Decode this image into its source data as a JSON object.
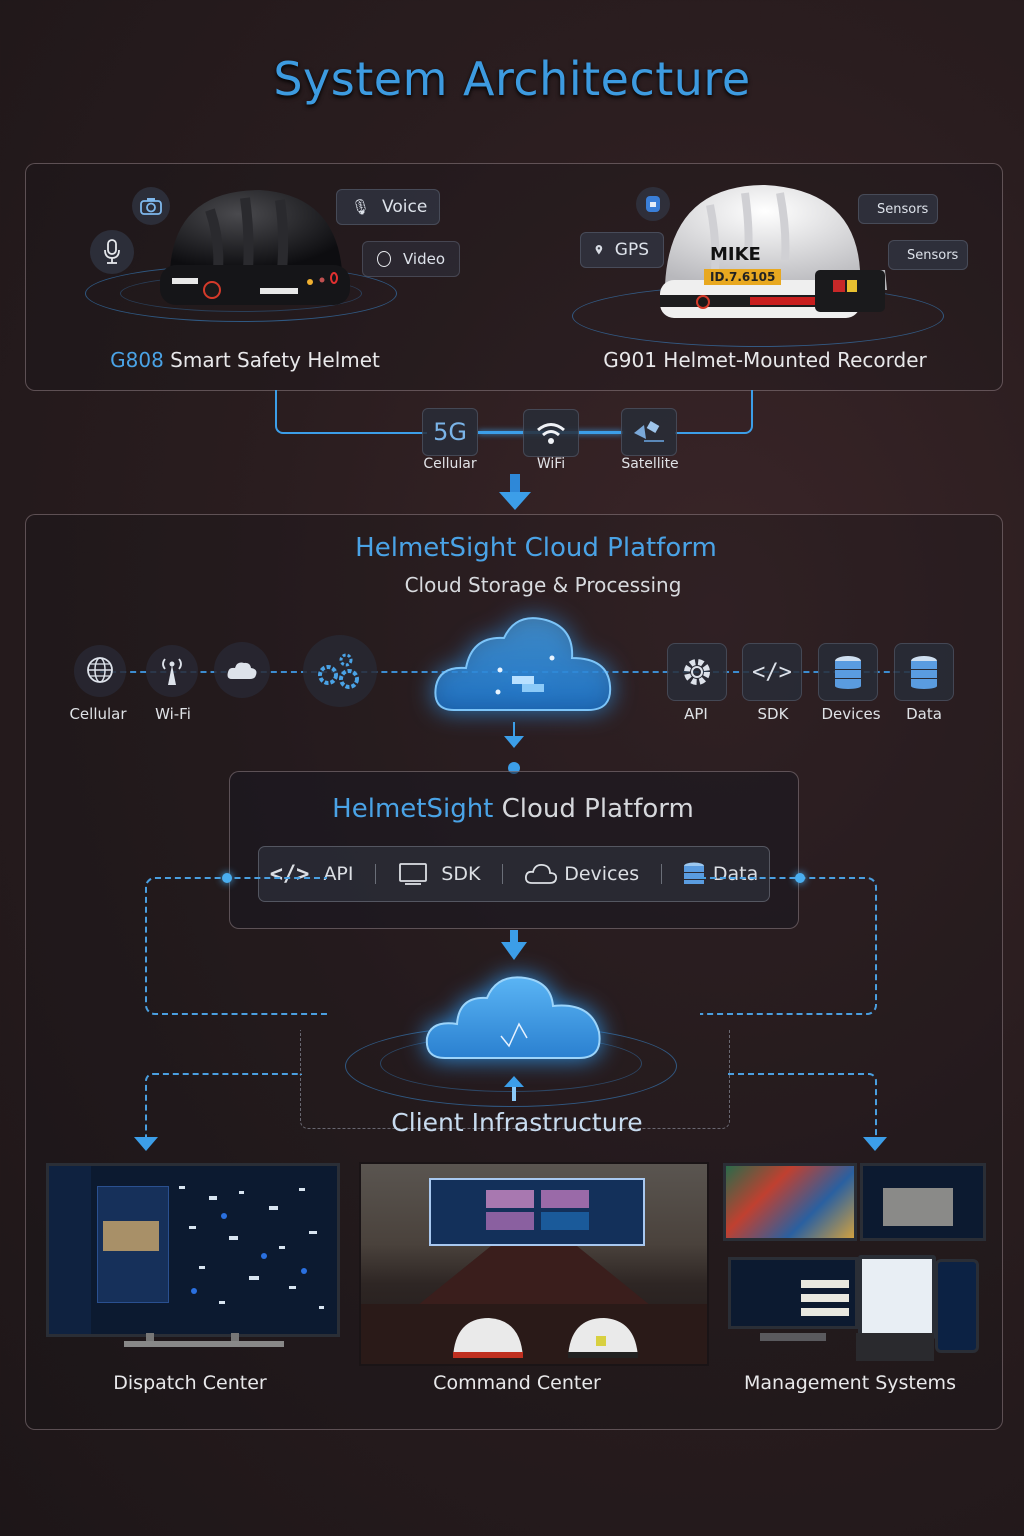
{
  "title": "System Architecture",
  "devices": {
    "g808": {
      "model": "G808",
      "name": "Smart Safety Helmet",
      "features": [
        {
          "icon": "camera-icon",
          "label": ""
        },
        {
          "icon": "microphone-icon",
          "label": ""
        },
        {
          "icon": "voice-icon",
          "label": "Voice"
        },
        {
          "icon": "video-icon",
          "label": "Video"
        }
      ]
    },
    "g901": {
      "model": "G901",
      "name": "Helmet-Mounted Recorder",
      "helmet_name": "MIKE",
      "helmet_id": "ID.7.6105",
      "features": [
        {
          "icon": "lock-icon",
          "label": ""
        },
        {
          "icon": "location-pin-icon",
          "label": "GPS"
        },
        {
          "icon": "sensor-icon",
          "label": "Sensors"
        },
        {
          "icon": "sensor-icon",
          "label": "Sensors"
        }
      ]
    }
  },
  "connectivity": [
    {
      "icon": "5g-icon",
      "glyph": "5G",
      "label": "Cellular"
    },
    {
      "icon": "wifi-icon",
      "label": "WiFi"
    },
    {
      "icon": "satellite-icon",
      "label": "Satellite"
    }
  ],
  "cloud_platform": {
    "title": "HelmetSight Cloud Platform",
    "subtitle": "Cloud Storage & Processing",
    "inputs": [
      {
        "icon": "globe-icon",
        "label": "Cellular"
      },
      {
        "icon": "antenna-icon",
        "label": "Wi-Fi"
      },
      {
        "icon": "cloud-network-icon",
        "label": ""
      },
      {
        "icon": "gears-icon",
        "label": ""
      }
    ],
    "outputs": [
      {
        "icon": "gear-icon",
        "label": "API"
      },
      {
        "icon": "code-icon",
        "label": "SDK"
      },
      {
        "icon": "database-icon",
        "label": "Devices"
      },
      {
        "icon": "database-icon",
        "label": "Data"
      }
    ]
  },
  "platform_box": {
    "title_brand": "HelmetSight",
    "title_rest": " Cloud Platform",
    "items": [
      {
        "icon": "code-icon",
        "glyph": "</>",
        "label": "API"
      },
      {
        "icon": "monitor-icon",
        "label": "SDK"
      },
      {
        "icon": "cloud-icon",
        "label": "Devices"
      },
      {
        "icon": "database-icon",
        "label": "Data"
      }
    ]
  },
  "client": {
    "title": "Client Infrastructure",
    "endpoints": [
      {
        "label": "Dispatch Center"
      },
      {
        "label": "Command Center"
      },
      {
        "label": "Management Systems"
      }
    ]
  },
  "colors": {
    "accent": "#3d9be0",
    "background": "#2a1d1f"
  }
}
